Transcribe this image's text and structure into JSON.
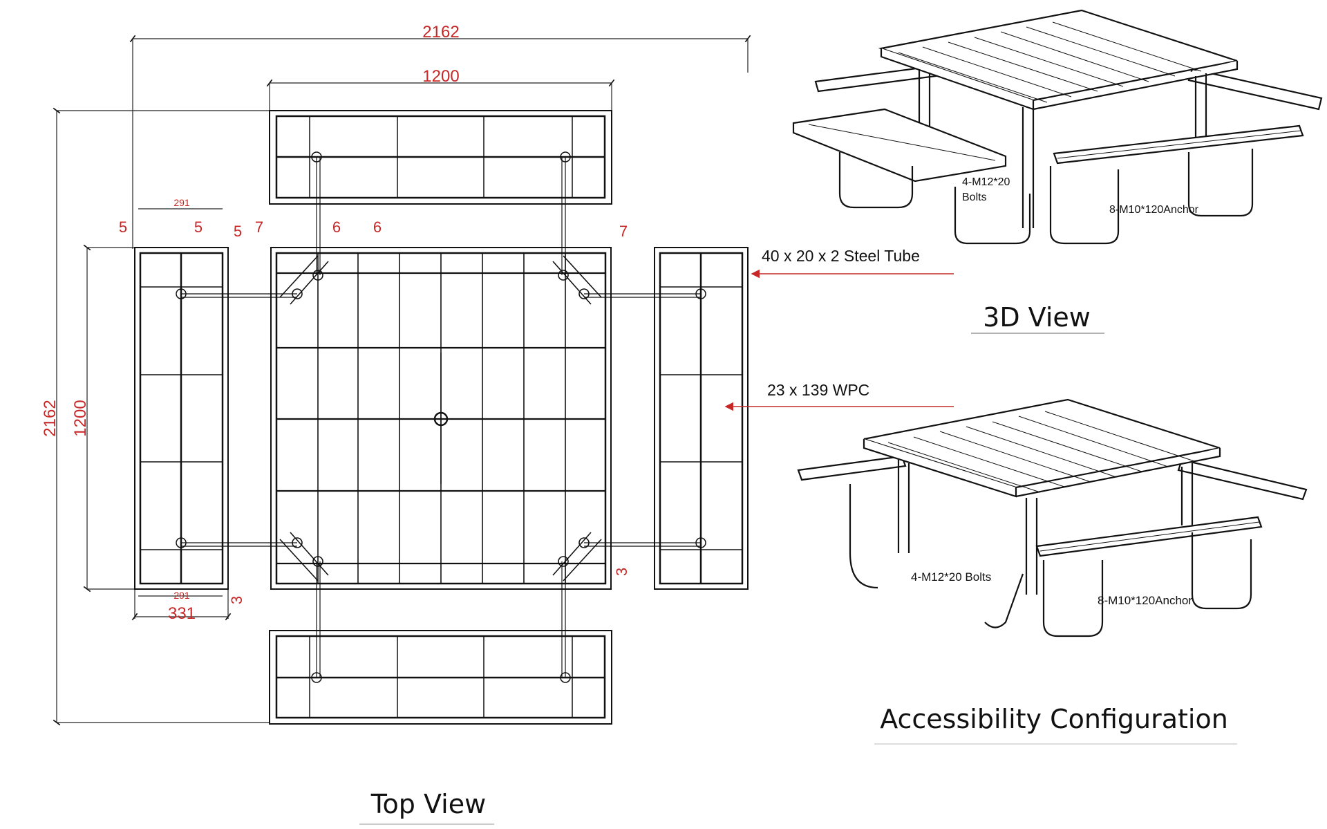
{
  "top_view": {
    "title": "Top View",
    "dims": {
      "overall_width": "2162",
      "overall_height": "2162",
      "table_width": "1200",
      "bench_length": "1200",
      "bench_inner_top": "291",
      "bench_inner_bottom": "291",
      "bench_width": "331",
      "gap_5a": "5",
      "gap_5b": "5",
      "gap_5c": "5",
      "gap_7a": "7",
      "gap_6a": "6",
      "gap_6b": "6",
      "gap_7b": "7",
      "gap_3a": "3",
      "gap_3b": "3"
    },
    "callouts": {
      "steel_tube": "40 x 20 x 2 Steel Tube",
      "wpc": "23 x 139 WPC"
    }
  },
  "view_3d": {
    "title": "3D View",
    "bolts": "4-M12*20",
    "bolts_2": "Bolts",
    "anchor": "8-M10*120Anchor"
  },
  "accessibility": {
    "title": "Accessibility Configuration",
    "bolts": "4-M12*20 Bolts",
    "anchor": "8-M10*120Anchor"
  },
  "colors": {
    "dimension": "#c62828",
    "linework": "#111111"
  }
}
